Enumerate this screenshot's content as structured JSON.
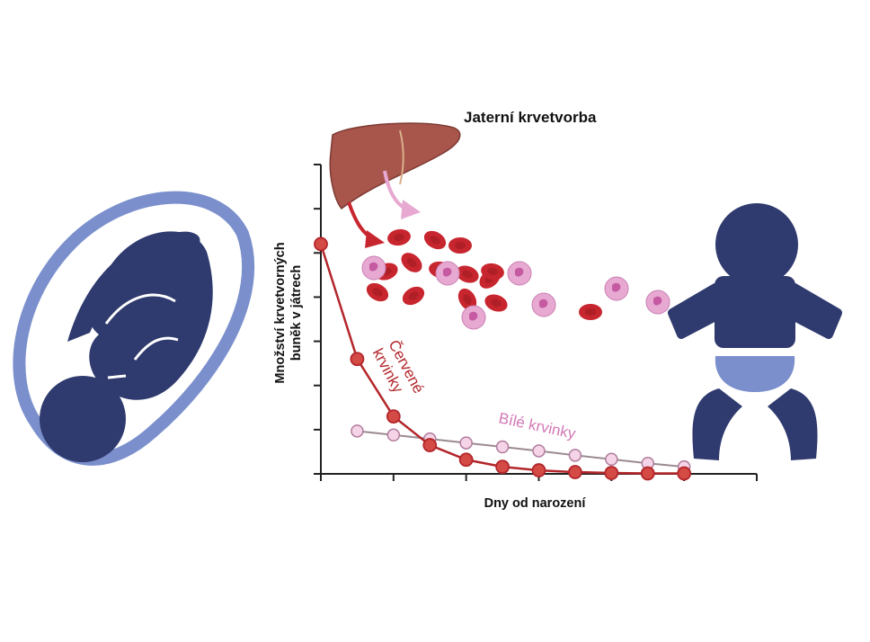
{
  "chart_data": {
    "type": "line",
    "title": "Jaterní krvetvorba",
    "xlabel": "Dny od narození",
    "ylabel_lines": [
      "Množství krvetvorných",
      "buněk v játrech"
    ],
    "xlim": [
      0,
      6
    ],
    "ylim": [
      0,
      7
    ],
    "y_ticks": 8,
    "x_ticks": 7,
    "grid": false,
    "legend": "none",
    "series": [
      {
        "name_lines": [
          "Červené",
          "krvinky"
        ],
        "color": "#b3262b",
        "marker_fill": "#d44a45",
        "x": [
          0,
          0.5,
          1,
          1.5,
          2,
          2.5,
          3,
          3.5,
          4,
          4.5,
          5
        ],
        "y": [
          5.2,
          2.6,
          1.3,
          0.65,
          0.32,
          0.16,
          0.08,
          0.04,
          0.02,
          0.01,
          0.01
        ]
      },
      {
        "name": "Bílé krvinky",
        "color": "#9b8a93",
        "marker_fill": "#f4d4e6",
        "marker_stroke": "#b07c9c",
        "x": [
          0.5,
          1,
          1.5,
          2,
          2.5,
          3,
          3.5,
          4,
          4.5,
          5
        ],
        "y": [
          0.97,
          0.88,
          0.79,
          0.7,
          0.61,
          0.52,
          0.42,
          0.33,
          0.24,
          0.16
        ]
      }
    ]
  },
  "colors": {
    "navy": "#2f3a6e",
    "light_blue": "#7a8fcc",
    "liver": "#a8554c",
    "rbc": "#c8262f",
    "wbc": "#e7a9d2"
  },
  "icons": {
    "left": "fetus-in-womb-icon",
    "right": "baby-icon",
    "liver": "liver-icon",
    "red_cell": "red-blood-cell-icon",
    "white_cell": "white-blood-cell-icon"
  }
}
